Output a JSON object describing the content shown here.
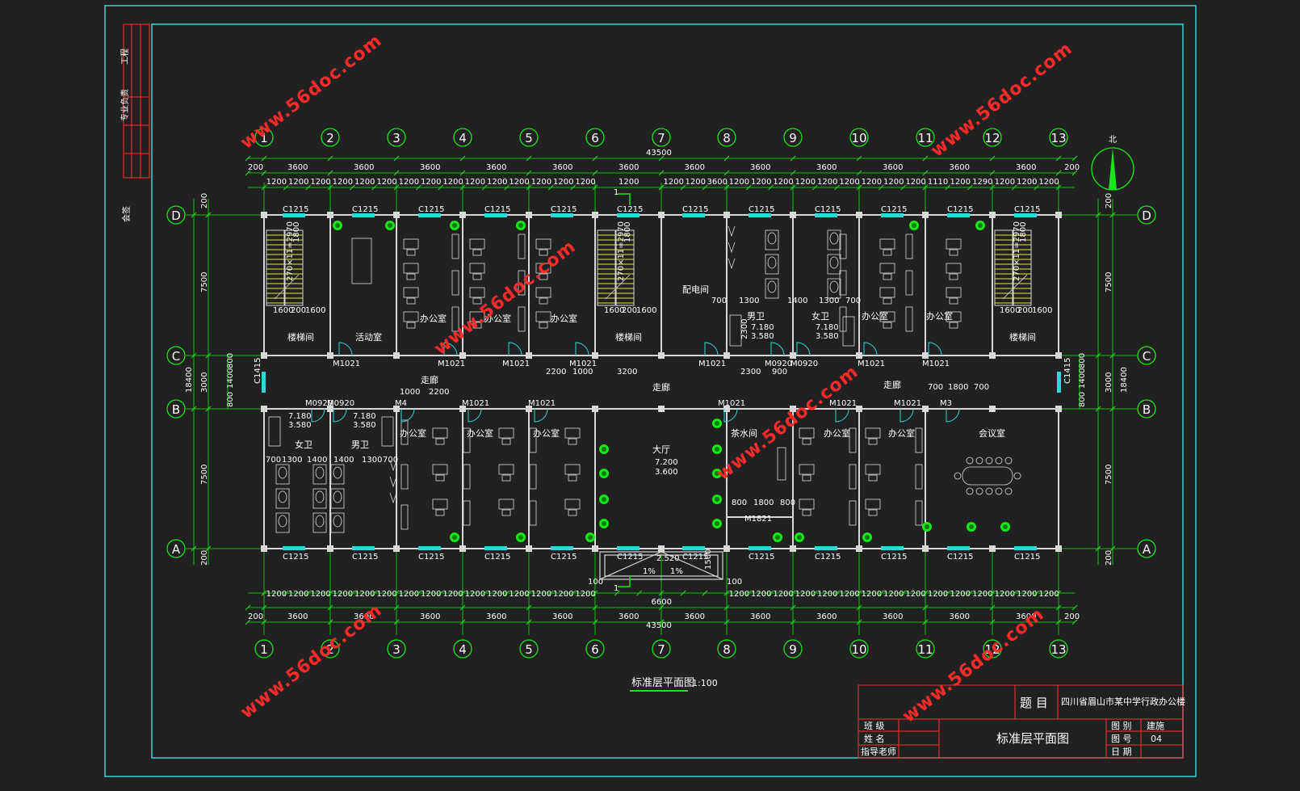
{
  "drawing": {
    "title": "标准层平面图",
    "scale": "1:100",
    "north": "北"
  },
  "watermark": "www.56doc.com",
  "title_block": {
    "subject_label": "题 目",
    "subject": "四川省眉山市某中学行政办公楼",
    "drawing_name": "标准层平面图",
    "class_label": "班 级",
    "name_label": "姓 名",
    "advisor_label": "指导老师",
    "figure_type_label": "图 别",
    "figure_type": "建施",
    "figure_no_label": "图 号",
    "figure_no": "04",
    "date_label": "日 期"
  },
  "column_axes": [
    "1",
    "2",
    "3",
    "4",
    "5",
    "6",
    "7",
    "8",
    "9",
    "10",
    "11",
    "12",
    "13"
  ],
  "row_axes": [
    "D",
    "C",
    "B",
    "A"
  ],
  "dims": {
    "total": "43500",
    "edge": "200",
    "bay": "3600",
    "sub_top": [
      "1200",
      "1200",
      "1200",
      "1200",
      "1200",
      "1200",
      "1200",
      "1200",
      "1200",
      "1200",
      "1200",
      "1200",
      "1200",
      "1200",
      "1200",
      "1200",
      "1200",
      "1200",
      "3600",
      "1200",
      "1200",
      "1200",
      "1200",
      "1200",
      "1200",
      "1200",
      "1200",
      "1200",
      "1110",
      "1200",
      "1290",
      "1200",
      "1200",
      "1200",
      "1200",
      "1200",
      "1200",
      "1200"
    ],
    "bottom_mid": "6600",
    "left": [
      "7500",
      "3000",
      "7500"
    ],
    "left_small": [
      "800",
      "1400",
      "800"
    ],
    "overall_v": "18400",
    "misc": [
      "2200",
      "1000",
      "3200",
      "2300",
      "900",
      "1000",
      "2200",
      "700",
      "1800",
      "700",
      "1300",
      "1400",
      "1300",
      "700",
      "1800",
      "800",
      "1800",
      "2.520",
      "1%",
      "1%",
      "1500",
      "100"
    ]
  },
  "windows": {
    "main": "C1215",
    "side": "C1415"
  },
  "doors": {
    "m1021": "M1021",
    "m0920": "M0920",
    "m1821": "M1821",
    "m3": "M3",
    "m4": "M4"
  },
  "rooms": {
    "stair": "楼梯间",
    "activity": "活动室",
    "office": "办公室",
    "distribution": "配电间",
    "male_wc": "男卫",
    "female_wc": "女卫",
    "corridor": "走廊",
    "hall": "大厅",
    "meeting": "会议室",
    "tea": "茶水间"
  },
  "levels": {
    "wc_upper": "7.180",
    "wc_lower": "3.580",
    "hall_upper": "7.200",
    "hall_lower": "3.600"
  },
  "stair_note": "270×11=2970",
  "stair_dims": [
    "1600",
    "200",
    "1600",
    "1800"
  ],
  "section_mark": "1",
  "side_strip": {
    "top": "工程",
    "mid": "专业负责",
    "bottom": "会签"
  }
}
